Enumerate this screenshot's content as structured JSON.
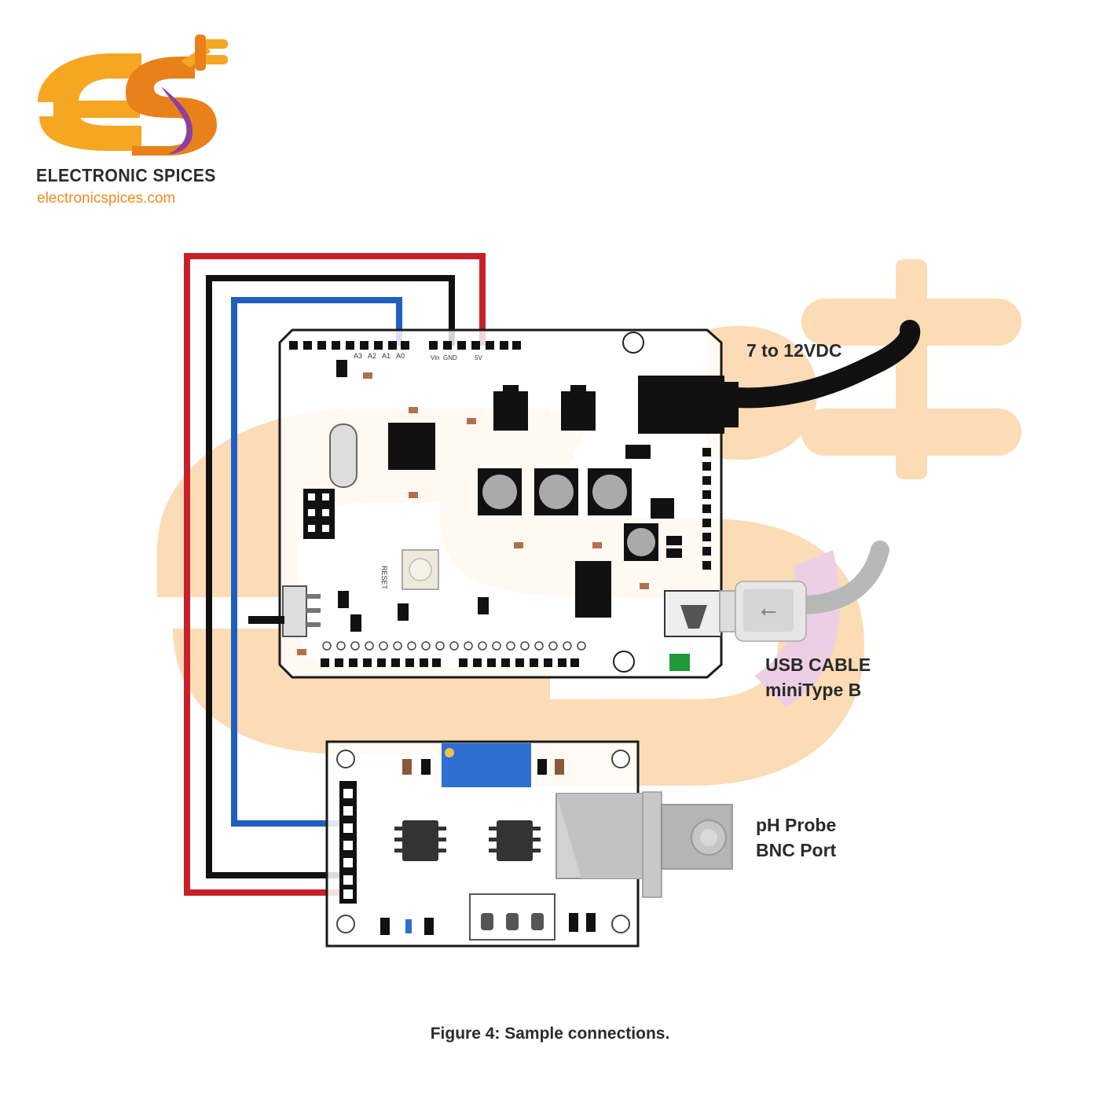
{
  "brand": {
    "name": "ELECTRONIC SPICES",
    "url": "electronicspices.com",
    "colors": {
      "orange": "#f5a623",
      "dark_orange": "#e8811a",
      "purple": "#8b3fa0"
    }
  },
  "labels": {
    "power": "7 to 12VDC",
    "usb_line1": "USB CABLE",
    "usb_line2": "miniType B",
    "ph_line1": "pH Probe",
    "ph_line2": "BNC Port"
  },
  "caption": "Figure 4: Sample connections.",
  "board_silkscreen": {
    "reset": "RESET",
    "label_a0": "A0",
    "label_a1": "A1",
    "label_a2": "A2",
    "label_a3": "A3",
    "label_gnd": "GND",
    "label_5v": "5V",
    "label_vin": "Vin"
  },
  "wire_colors": {
    "red": "#c8202a",
    "black": "#111111",
    "blue": "#1f5fbf"
  }
}
